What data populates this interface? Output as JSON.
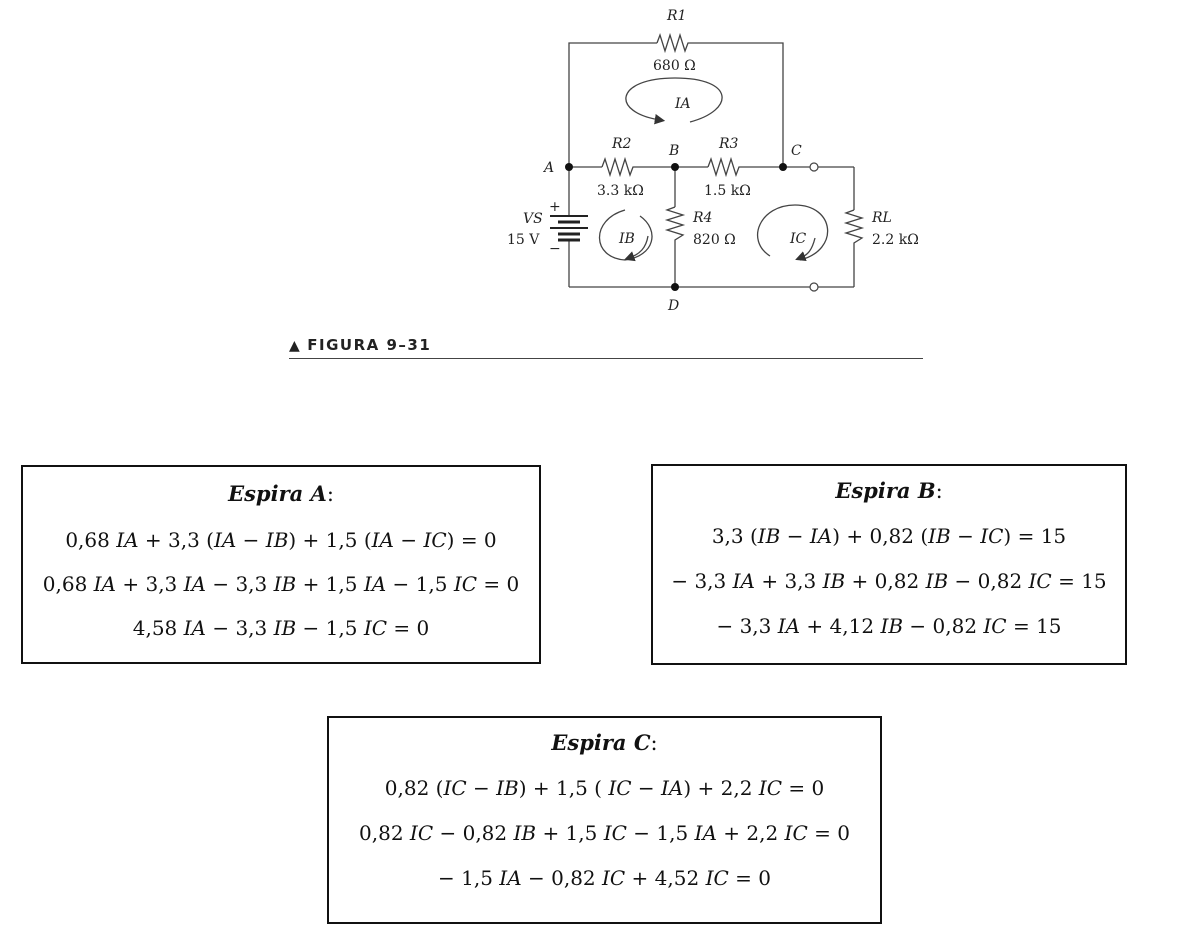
{
  "circuit": {
    "r1": {
      "name": "R1",
      "value": "680 Ω"
    },
    "r2": {
      "name": "R2",
      "value": "3.3 kΩ"
    },
    "r3": {
      "name": "R3",
      "value": "1.5 kΩ"
    },
    "r4": {
      "name": "R4",
      "value": "820 Ω"
    },
    "rl": {
      "name": "RL",
      "value": "2.2 kΩ"
    },
    "source": {
      "name": "VS",
      "value": "15 V",
      "plus": "+",
      "minus": "−"
    },
    "nodes": {
      "a": "A",
      "b": "B",
      "c": "C",
      "d": "D"
    },
    "currents": {
      "ia": "IA",
      "ib": "IB",
      "ic": "IC"
    }
  },
  "figure": {
    "caption": "FIGURA 9–31",
    "marker": "▲"
  },
  "espira_a": {
    "title": "Espira A",
    "lines": [
      "0,68 𝐼𝐴 +  3,3 (𝐼𝐴 −  𝐼𝐵) + 1,5 (𝐼𝐴 −  𝐼𝐶)  = 0",
      "0,68 𝐼𝐴 +  3,3 𝐼𝐴 − 3,3 𝐼𝐵 + 1,5 𝐼𝐴 − 1,5 𝐼𝐶   = 0",
      "4,58 𝐼𝐴 − 3,3 𝐼𝐵 − 1,5 𝐼𝐶 = 0"
    ]
  },
  "espira_b": {
    "title": "Espira B",
    "lines": [
      "3,3 (𝐼𝐵 −  𝐼𝐴) + 0,82 (𝐼𝐵 −  𝐼𝐶)  = 15",
      "− 3,3  𝐼𝐴 +  3,3 𝐼𝐵 +  0,82 𝐼𝐵 − 0,82 𝐼𝐶   = 15",
      "− 3,3  𝐼𝐴 + 4,12 𝐼𝐵 − 0,82 𝐼𝐶 = 15"
    ]
  },
  "espira_c": {
    "title": "Espira C",
    "lines": [
      "0,82 (𝐼𝐶 −  𝐼𝐵) + 1,5 ( 𝐼𝐶 − 𝐼𝐴) + 2,2 𝐼𝐶 = 0",
      "0,82 𝐼𝐶 −  0,82 𝐼𝐵 +  1,5 𝐼𝐶 −  1,5 𝐼𝐴 + 2,2 𝐼𝐶 = 0",
      "− 1,5 𝐼𝐴 − 0,82 𝐼𝐶 + 4,52 𝐼𝐶 = 0"
    ]
  }
}
